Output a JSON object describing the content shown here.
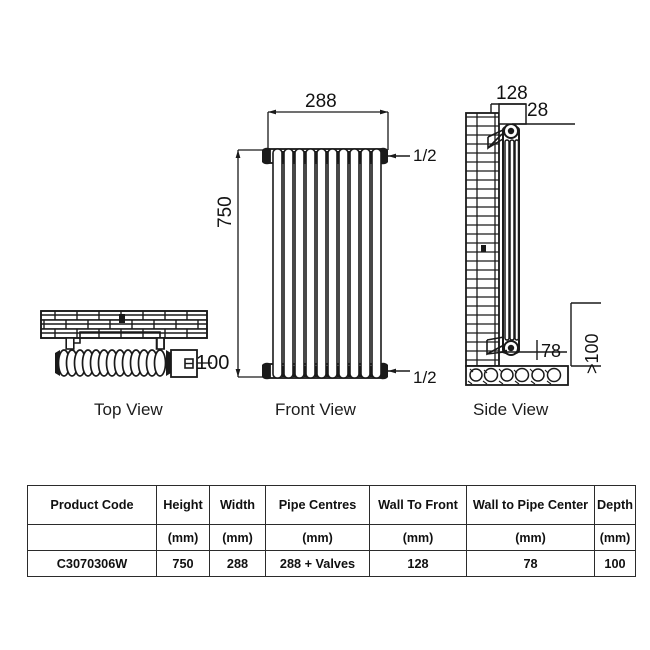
{
  "views": {
    "top": {
      "label": "Top View"
    },
    "front": {
      "label": "Front View"
    },
    "side": {
      "label": "Side View"
    }
  },
  "dimensions": {
    "front_width": "288",
    "front_height": "750",
    "top_connection_label": "1/2",
    "bottom_connection_label": "1/2",
    "top_view_depth": "100",
    "side_wall_to_front": "128",
    "side_top_offset": "28",
    "side_wall_to_pipe": "78",
    "side_floor_clearance": ">100"
  },
  "table": {
    "headers": [
      "Product  Code",
      "Height",
      "Width",
      "Pipe Centres",
      "Wall To Front",
      "Wall to Pipe Center",
      "Depth"
    ],
    "units": [
      "",
      "(mm)",
      "(mm)",
      "(mm)",
      "(mm)",
      "(mm)",
      "(mm)"
    ],
    "rows": [
      [
        "C3070306W",
        "750",
        "288",
        "288 + Valves",
        "128",
        "78",
        "100"
      ]
    ]
  },
  "colors": {
    "line": "#1a1a1a",
    "text": "#111111",
    "background": "#ffffff"
  }
}
